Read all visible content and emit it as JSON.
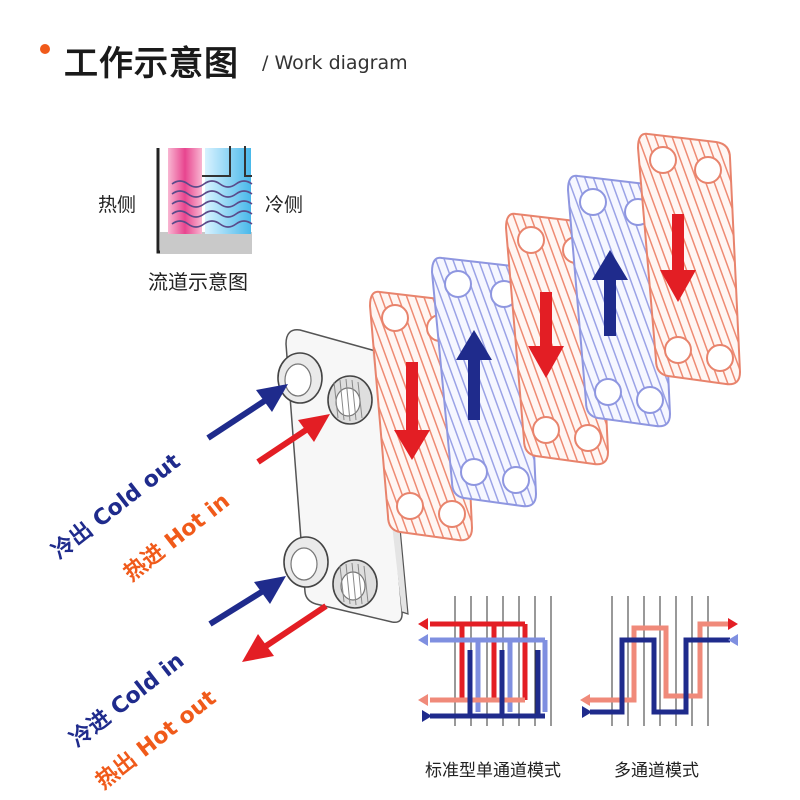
{
  "header": {
    "title_cn": "工作示意图",
    "title_en": "/ Work diagram",
    "accent_color": "#f05a1a"
  },
  "flow_detail": {
    "hot_side_label": "热侧",
    "cold_side_label": "冷侧",
    "caption": "流道示意图"
  },
  "ports": {
    "cold_out": "冷出 Cold out",
    "hot_in": "热进  Hot in",
    "cold_in": "冷进 Cold in",
    "hot_out": "热出  Hot out"
  },
  "modes": {
    "single_pass": "标准型单通道模式",
    "multi_pass": "多通道模式"
  },
  "colors": {
    "hot": "#e31e24",
    "hot_light": "#f26b4b",
    "cold": "#1f2b8c",
    "cold_light": "#5a6fd0",
    "plate_red": "#f0a08c",
    "plate_blue": "#a7aee8",
    "label_hot": "#f05a1a",
    "label_cold": "#1f2b8c"
  }
}
